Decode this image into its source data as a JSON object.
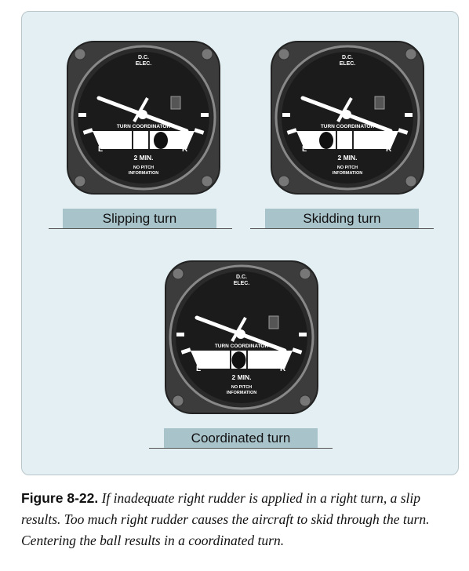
{
  "figure": {
    "number": "Figure 8-22.",
    "caption": "If inadequate right rudder is applied in a right turn, a slip results. Too much right rudder causes the aircraft to skid through the turn. Centering the ball results in a coordinated turn."
  },
  "instrument_text": {
    "power": "D.C.",
    "power2": "ELEC.",
    "name": "TURN COORDINATOR",
    "left": "L",
    "right": "R",
    "time": "2 MIN.",
    "note1": "NO PITCH",
    "note2": "INFORMATION"
  },
  "instruments": [
    {
      "label": "Slipping turn",
      "ball_position": "right"
    },
    {
      "label": "Skidding turn",
      "ball_position": "left"
    },
    {
      "label": "Coordinated turn",
      "ball_position": "center"
    }
  ],
  "colors": {
    "panel_background": "#e3eff2",
    "label_background": "#a9c3cb",
    "instrument_body": "#3a3a3a",
    "instrument_face": "#1c1c1c"
  }
}
